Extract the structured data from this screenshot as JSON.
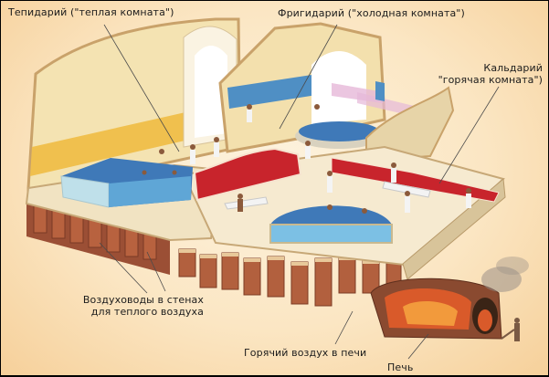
{
  "diagram": {
    "subject": "Roman bath (thermae) cutaway",
    "labels": {
      "tepidarium": "Тепидарий (\"теплая комната\")",
      "frigidarium": "Фригидарий (\"холодная комната\")",
      "caldarium_line1": "Кальдарий",
      "caldarium_line2": "\"горячая комната\")",
      "wall_ducts_line1": "Воздуховоды в стенах",
      "wall_ducts_line2": "для теплого воздуха",
      "hot_air": "Горячий воздух в печи",
      "furnace": "Печь"
    },
    "colors": {
      "background": "#fbe6c3",
      "wall": "#f3e2b0",
      "yellow_band": "#f2c64f",
      "blue_band": "#4f8fc4",
      "red_wall": "#c8242c",
      "water": "#3f79b8",
      "brick": "#a5553a",
      "floor": "#f5e8c8",
      "border": "#000000"
    }
  }
}
